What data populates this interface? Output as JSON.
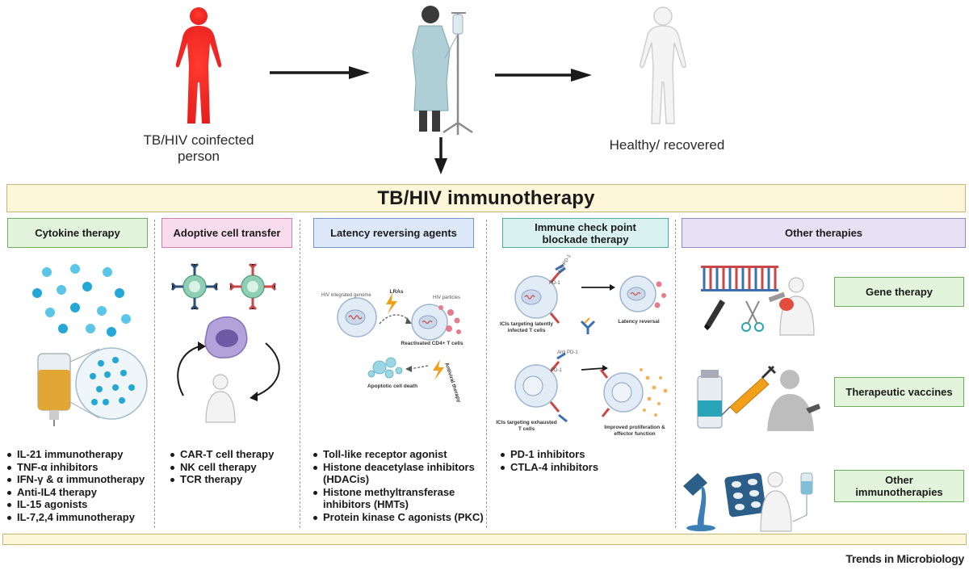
{
  "flow": {
    "start_label": "TB/HIV coinfected person",
    "end_label": "Healthy/ recovered"
  },
  "banner": {
    "title": "TB/HIV immunotherapy"
  },
  "categories": {
    "cytokine": {
      "title": "Cytokine therapy",
      "items": [
        "IL-21 immunotherapy",
        "TNF-α inhibitors",
        "IFN-γ & α  immunotherapy",
        "Anti-IL4 therapy",
        "IL-15 agonists",
        "IL-7,2,4 immunotherapy"
      ]
    },
    "adoptive": {
      "title": "Adoptive cell transfer",
      "items": [
        "CAR-T cell therapy",
        "NK cell therapy",
        "TCR therapy"
      ]
    },
    "latency": {
      "title": "Latency reversing agents",
      "items": [
        "Toll-like receptor agonist",
        "Histone deacetylase inhibitors (HDACis)",
        "Histone methyltransferase inhibitors (HMTs)",
        "Protein kinase C agonists (PKC)"
      ],
      "labels": {
        "genome": "HIV integrated genome",
        "lras": "LRAs",
        "particles": "HIV particles",
        "reactivated": "Reactivated CD4+ T cells",
        "apoptotic": "Apoptotic cell death",
        "antiviral": "Antiviral therapy"
      }
    },
    "checkpoint": {
      "title": "Immune check point blockade therapy",
      "items": [
        "PD-1 inhibitors",
        "CTLA-4 inhibitors"
      ],
      "labels": {
        "anti_pd1_a": "Anti PD-1",
        "pd1_a": "PD-1",
        "icis_latent": "ICIs targeting latently infected T cells",
        "latency_reversal": "Latency reversal",
        "anti_pd1_b": "Anti PD-1",
        "pd1_b": "PD-1",
        "icis_exhausted": "ICIs targeting exhausted T cells",
        "improved": "Improved proliferation & effector function"
      }
    },
    "other": {
      "title": "Other therapies",
      "gene": "Gene therapy",
      "vaccines": "Therapeutic vaccines",
      "immuno": "Other immunotherapies"
    }
  },
  "journal": "Trends in Microbiology",
  "colors": {
    "cytokine_bg": "#e3f4dc",
    "cytokine_border": "#6cae5e",
    "adoptive_bg": "#f9ddef",
    "adoptive_border": "#d27cb4",
    "latency_bg": "#dde9f8",
    "latency_border": "#6f97cc",
    "checkpoint_bg": "#d9f2ef",
    "checkpoint_border": "#4fa89c",
    "other_bg": "#e6e1f4",
    "other_border": "#9587c4",
    "banner_bg": "#fdf6d9"
  }
}
